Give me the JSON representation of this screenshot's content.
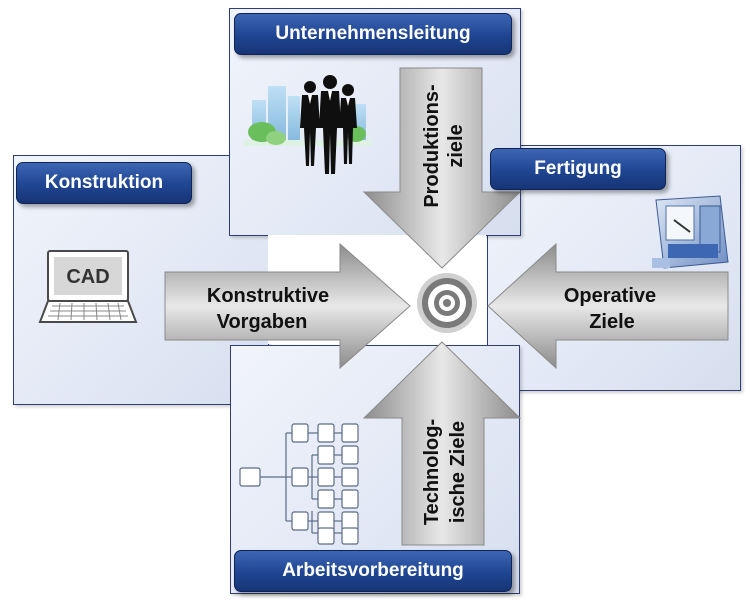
{
  "labels": {
    "top": "Unternehmensleitung",
    "left": "Konstruktion",
    "right": "Fertigung",
    "bottom": "Arbeitsvorbereitung"
  },
  "arrows": {
    "down": {
      "line1": "Produktions-",
      "line2": "ziele"
    },
    "right": {
      "line1": "Konstruktive",
      "line2": "Vorgaben"
    },
    "left": {
      "line1": "Operative",
      "line2": "Ziele"
    },
    "up": {
      "line1": "Technolog-",
      "line2": "ische Ziele"
    }
  },
  "cad": {
    "screen_text": "CAD"
  },
  "icons": {
    "top": "business-people-icon",
    "left": "laptop-icon",
    "right": "machine-tool-icon",
    "bottom": "flowchart-icon",
    "center": "target-icon"
  },
  "colors": {
    "label_blue": "#1f4592",
    "panel_bg": "#e2e8f5",
    "panel_border": "#2f3f73",
    "arrow_gray": "#b8b8b8"
  }
}
